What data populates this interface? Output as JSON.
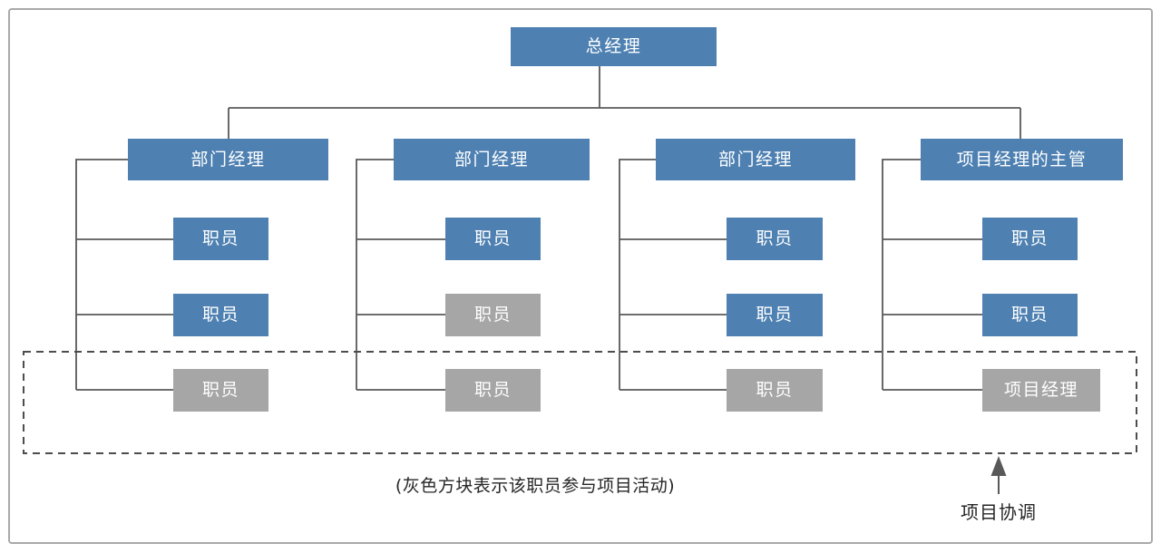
{
  "diagram": {
    "root": {
      "label": "总经理",
      "variant": "blue"
    },
    "columns": [
      {
        "manager": {
          "label": "部门经理",
          "variant": "blue"
        },
        "staff": [
          {
            "label": "职员",
            "variant": "blue"
          },
          {
            "label": "职员",
            "variant": "blue"
          },
          {
            "label": "职员",
            "variant": "gray"
          }
        ]
      },
      {
        "manager": {
          "label": "部门经理",
          "variant": "blue"
        },
        "staff": [
          {
            "label": "职员",
            "variant": "blue"
          },
          {
            "label": "职员",
            "variant": "gray"
          },
          {
            "label": "职员",
            "variant": "gray"
          }
        ]
      },
      {
        "manager": {
          "label": "部门经理",
          "variant": "blue"
        },
        "staff": [
          {
            "label": "职员",
            "variant": "blue"
          },
          {
            "label": "职员",
            "variant": "blue"
          },
          {
            "label": "职员",
            "variant": "gray"
          }
        ]
      },
      {
        "manager": {
          "label": "项目经理的主管",
          "variant": "blue"
        },
        "staff": [
          {
            "label": "职员",
            "variant": "blue"
          },
          {
            "label": "职员",
            "variant": "blue"
          },
          {
            "label": "项目经理",
            "variant": "gray"
          }
        ]
      }
    ],
    "caption": "(灰色方块表示该职员参与项目活动)",
    "annotation": "项目协调",
    "colors": {
      "blue": "#4e81b2",
      "gray": "#a6a6a6",
      "line": "#595959",
      "dash": "#4d4d4d",
      "frame": "#a9a9a9",
      "text_dark": "#262626"
    }
  }
}
